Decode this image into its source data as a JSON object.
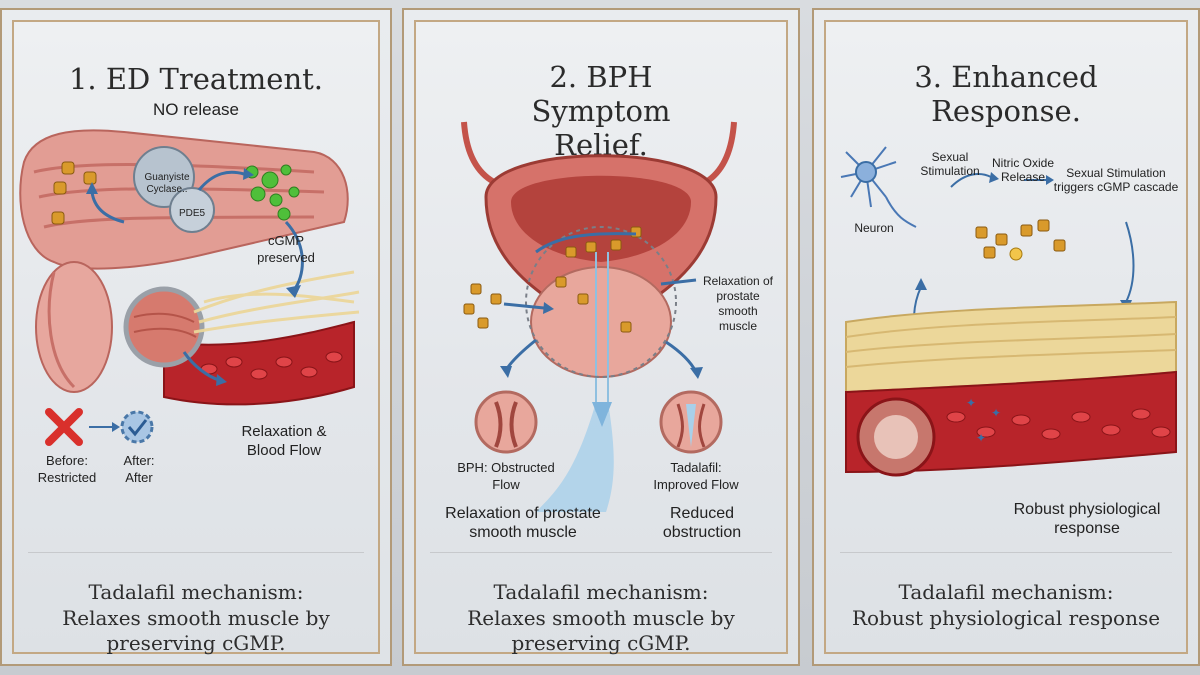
{
  "panels": [
    {
      "title": "1. ED Treatment.",
      "subtitle": "NO release",
      "labels": {
        "guanylate": "Guanyiste Cyclase..",
        "pde5": "PDE5",
        "cgmp": "cGMP preserved",
        "relaxation": "Relaxation & Blood Flow",
        "before": "Before: Restricted",
        "after": "After: After"
      },
      "footer_line1": "Tadalafil mechanism:",
      "footer_line2": "Relaxes smooth muscle by preserving cGMP."
    },
    {
      "title": "2. BPH Symptom Relief.",
      "labels": {
        "relaxation_prostate": "Relaxation of prostate smooth muscle",
        "bph": "BPH: Obstructed Flow",
        "tadalafil": "Tadalafil: Improved Flow",
        "caption_left": "Relaxation of prostate smooth muscle",
        "caption_right": "Reduced obstruction"
      },
      "footer_line1": "Tadalafil mechanism:",
      "footer_line2": "Relaxes smooth muscle by preserving cGMP."
    },
    {
      "title": "3. Enhanced Response.",
      "labels": {
        "neuron": "Neuron",
        "sexual_stimulation": "Sexual Stimulation",
        "nitric_oxide": "Nitric Oxide Release",
        "cascade": "Sexual Stimulation triggers cGMP cascade",
        "robust": "Robust physiological response"
      },
      "footer_line1": "Tadalafil mechanism:",
      "footer_line2": "Robust physiological response"
    }
  ],
  "colors": {
    "frame": "#b29a78",
    "tissue": "#d9897f",
    "vessel": "#b8242a",
    "fiber": "#ecd79a",
    "arrow": "#3b6ea5",
    "molecule": "#d99a2b"
  }
}
